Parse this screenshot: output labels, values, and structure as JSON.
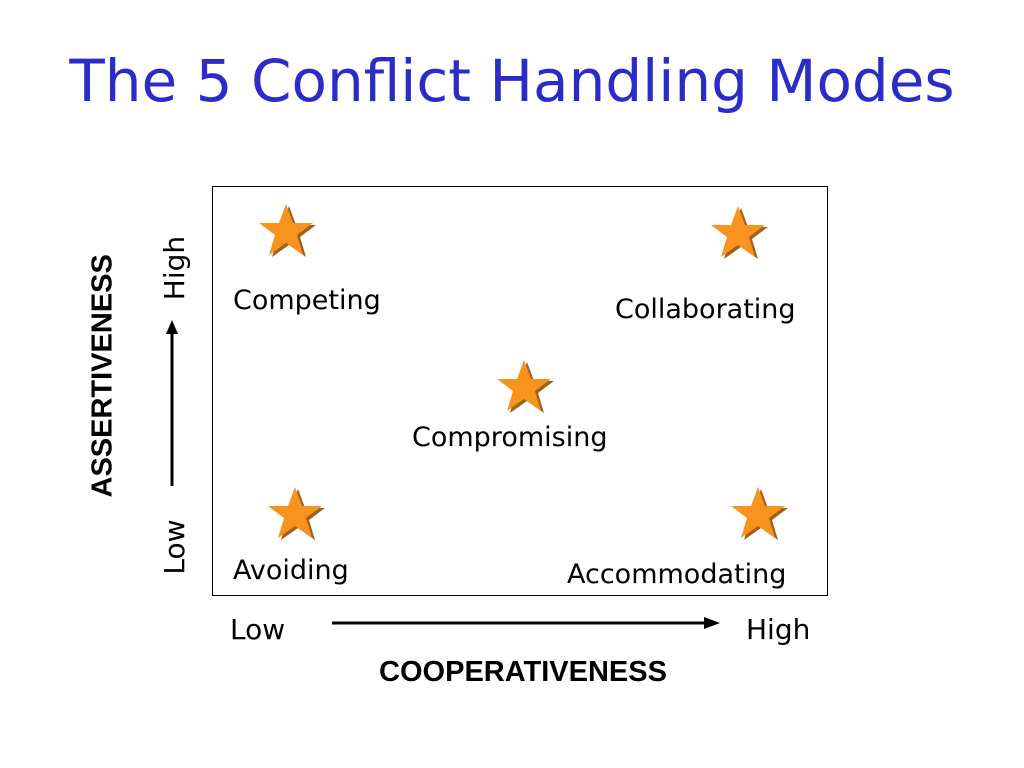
{
  "title": "The 5 Conflict Handling Modes",
  "modes": {
    "competing": "Competing",
    "collaborating": "Collaborating",
    "compromising": "Compromising",
    "avoiding": "Avoiding",
    "accommodating": "Accommodating"
  },
  "y_axis": {
    "title": "ASSERTIVENESS",
    "low": "Low",
    "high": "High"
  },
  "x_axis": {
    "title": "COOPERATIVENESS",
    "low": "Low",
    "high": "High"
  },
  "colors": {
    "title": "#2b2bc9",
    "star_fill": "#f7931e",
    "star_shadow": "#a0611a"
  },
  "icons": {
    "mode_marker": "star-icon"
  }
}
